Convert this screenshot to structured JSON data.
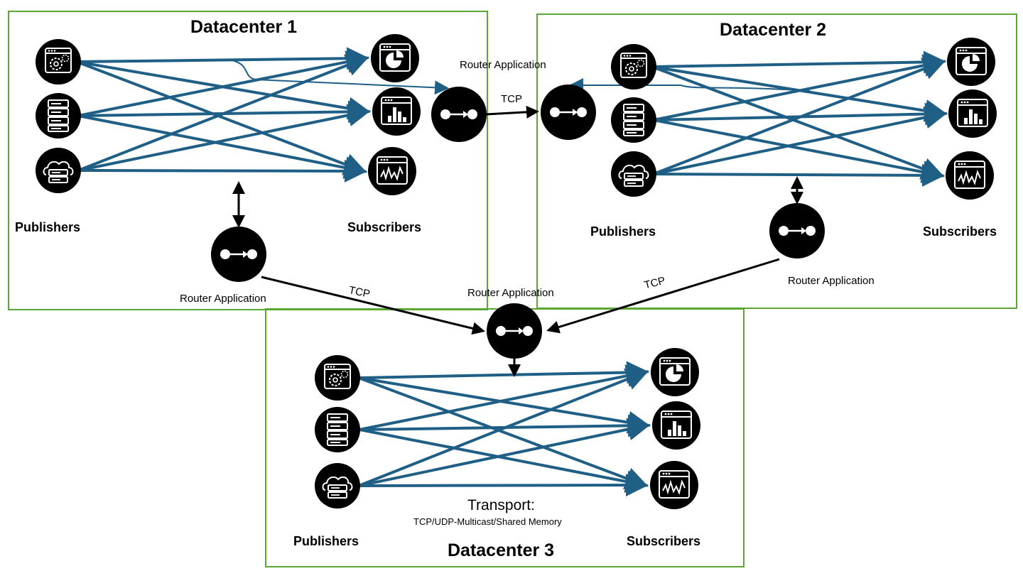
{
  "colors": {
    "flow": "#1f5f86",
    "box": "#5aa832",
    "node": "#000000"
  },
  "datacenters": [
    {
      "title": "Datacenter 1",
      "publishers_label": "Publishers",
      "subscribers_label": "Subscribers",
      "router_label": "Router Application",
      "publishers": [
        "settings-window-icon",
        "server-rack-icon",
        "cloud-server-icon"
      ],
      "subscribers": [
        "pie-chart-window-icon",
        "bar-chart-window-icon",
        "line-chart-window-icon"
      ]
    },
    {
      "title": "Datacenter 2",
      "publishers_label": "Publishers",
      "subscribers_label": "Subscribers",
      "router_label": "Router Application",
      "publishers": [
        "settings-window-icon",
        "server-rack-icon",
        "cloud-server-icon"
      ],
      "subscribers": [
        "pie-chart-window-icon",
        "bar-chart-window-icon",
        "line-chart-window-icon"
      ]
    },
    {
      "title": "Datacenter 3",
      "publishers_label": "Publishers",
      "subscribers_label": "Subscribers",
      "router_label": "Router Application",
      "publishers": [
        "settings-window-icon",
        "server-rack-icon",
        "cloud-server-icon"
      ],
      "subscribers": [
        "pie-chart-window-icon",
        "bar-chart-window-icon",
        "line-chart-window-icon"
      ]
    }
  ],
  "bridge_router_label": "Router Application",
  "connections": {
    "dc1_to_dc2": "TCP",
    "dc1_to_dc3": "TCP",
    "dc2_to_dc3": "TCP"
  },
  "transport": {
    "title": "Transport:",
    "subtitle": "TCP/UDP-Multicast/Shared Memory"
  }
}
